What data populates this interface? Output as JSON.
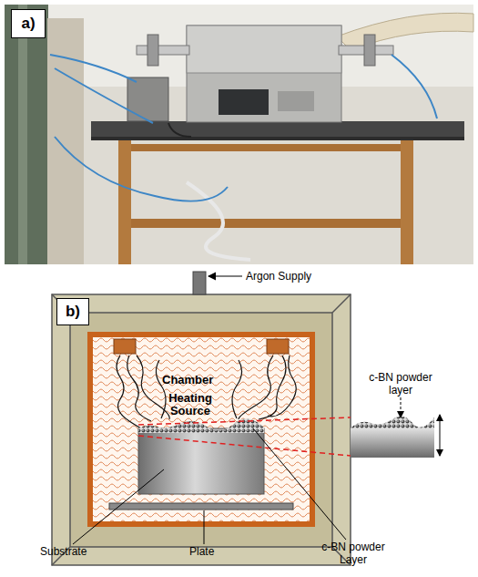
{
  "diagram": {
    "nodes": [
      {
        "text": [
          "a)"
        ]
      },
      {
        "text": [
          "b)"
        ]
      }
    ],
    "labels": [
      "Argon Supply",
      "Chamber",
      "Heating Source",
      "c-BN powder layer",
      "Substrate",
      "Plate",
      "c-BN powder Layer"
    ]
  }
}
